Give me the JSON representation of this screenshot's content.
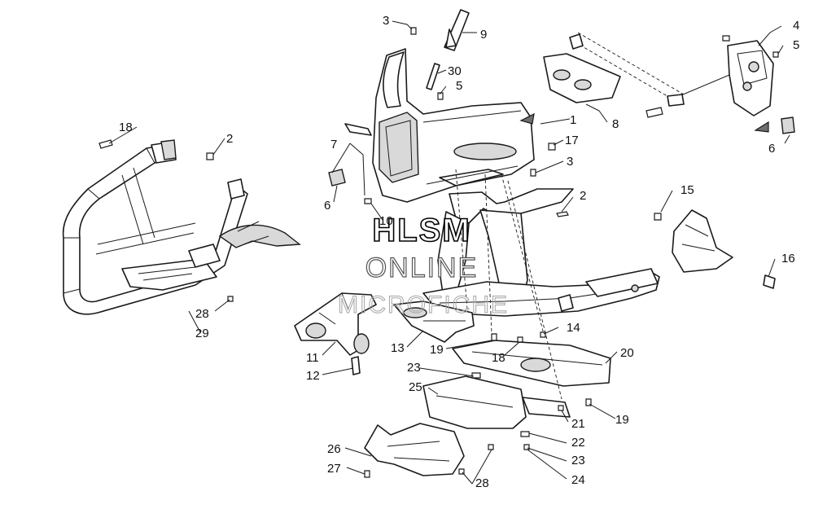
{
  "watermark": {
    "line1": "HLSM",
    "line2": "ONLINE",
    "line3": "MICROFICHE"
  },
  "callouts": [
    {
      "id": "c1",
      "text": "1"
    },
    {
      "id": "c2a",
      "text": "2"
    },
    {
      "id": "c2b",
      "text": "2"
    },
    {
      "id": "c3a",
      "text": "3"
    },
    {
      "id": "c3b",
      "text": "3"
    },
    {
      "id": "c4",
      "text": "4"
    },
    {
      "id": "c5a",
      "text": "5"
    },
    {
      "id": "c5b",
      "text": "5"
    },
    {
      "id": "c6a",
      "text": "6"
    },
    {
      "id": "c6b",
      "text": "6"
    },
    {
      "id": "c7",
      "text": "7"
    },
    {
      "id": "c8",
      "text": "8"
    },
    {
      "id": "c9",
      "text": "9"
    },
    {
      "id": "c10",
      "text": "10"
    },
    {
      "id": "c11",
      "text": "11"
    },
    {
      "id": "c12",
      "text": "12"
    },
    {
      "id": "c13",
      "text": "13"
    },
    {
      "id": "c14",
      "text": "14"
    },
    {
      "id": "c15",
      "text": "15"
    },
    {
      "id": "c16",
      "text": "16"
    },
    {
      "id": "c17",
      "text": "17"
    },
    {
      "id": "c18a",
      "text": "18"
    },
    {
      "id": "c18b",
      "text": "18"
    },
    {
      "id": "c19a",
      "text": "19"
    },
    {
      "id": "c19b",
      "text": "19"
    },
    {
      "id": "c20",
      "text": "20"
    },
    {
      "id": "c21",
      "text": "21"
    },
    {
      "id": "c22",
      "text": "22"
    },
    {
      "id": "c23a",
      "text": "23"
    },
    {
      "id": "c23b",
      "text": "23"
    },
    {
      "id": "c24",
      "text": "24"
    },
    {
      "id": "c25",
      "text": "25"
    },
    {
      "id": "c26",
      "text": "26"
    },
    {
      "id": "c27",
      "text": "27"
    },
    {
      "id": "c28a",
      "text": "28"
    },
    {
      "id": "c28b",
      "text": "28"
    },
    {
      "id": "c29",
      "text": "29"
    },
    {
      "id": "c30",
      "text": "30"
    }
  ]
}
